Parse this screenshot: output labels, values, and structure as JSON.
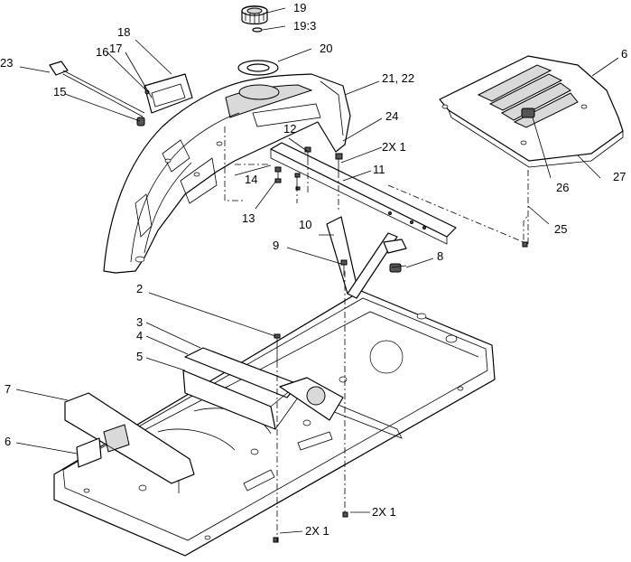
{
  "callouts": {
    "c23": "23",
    "c16": "16",
    "c17": "17",
    "c18": "18",
    "c15": "15",
    "c19": "19",
    "c19_3": "19:3",
    "c20": "20",
    "c21_22": "21, 22",
    "c24": "24",
    "c12": "12",
    "c2x1_top": "2X 1",
    "c11": "11",
    "c14": "14",
    "c13": "13",
    "c10": "10",
    "c9": "9",
    "c8": "8",
    "c6_right": "6",
    "c26": "26",
    "c27": "27",
    "c25": "25",
    "c2": "2",
    "c3": "3",
    "c4": "4",
    "c5": "5",
    "c7": "7",
    "c6_left": "6",
    "c2x1_bottom_right": "2X 1",
    "c2x1_bottom_left": "2X 1"
  }
}
